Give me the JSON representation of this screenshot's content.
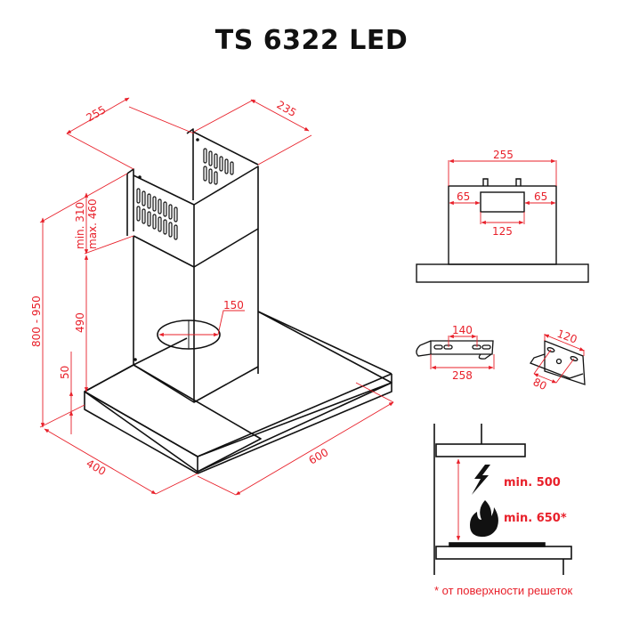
{
  "title": "TS 6322 LED",
  "colors": {
    "dimension": "#e8202a",
    "outline": "#111111",
    "background": "#ffffff"
  },
  "main_view": {
    "chimney_width": "255",
    "chimney_depth": "235",
    "chimney_top_min": "min. 310",
    "chimney_top_max": "max. 460",
    "chimney_lower": "490",
    "total_height": "800 - 950",
    "canopy_height": "50",
    "outlet_diameter": "150",
    "hood_depth": "400",
    "hood_width": "600"
  },
  "front_view": {
    "width": "255",
    "left_offset": "65",
    "right_offset": "65",
    "outlet_width": "125"
  },
  "bracket_long": {
    "hole_spacing": "140",
    "length": "258"
  },
  "bracket_short": {
    "width": "120",
    "hole_spacing": "80"
  },
  "install_diagram": {
    "electric_label": "min. 500",
    "gas_label": "min. 650*",
    "electric_icon": "lightning-icon",
    "gas_icon": "flame-icon",
    "footnote": "* от поверхности решеток"
  }
}
